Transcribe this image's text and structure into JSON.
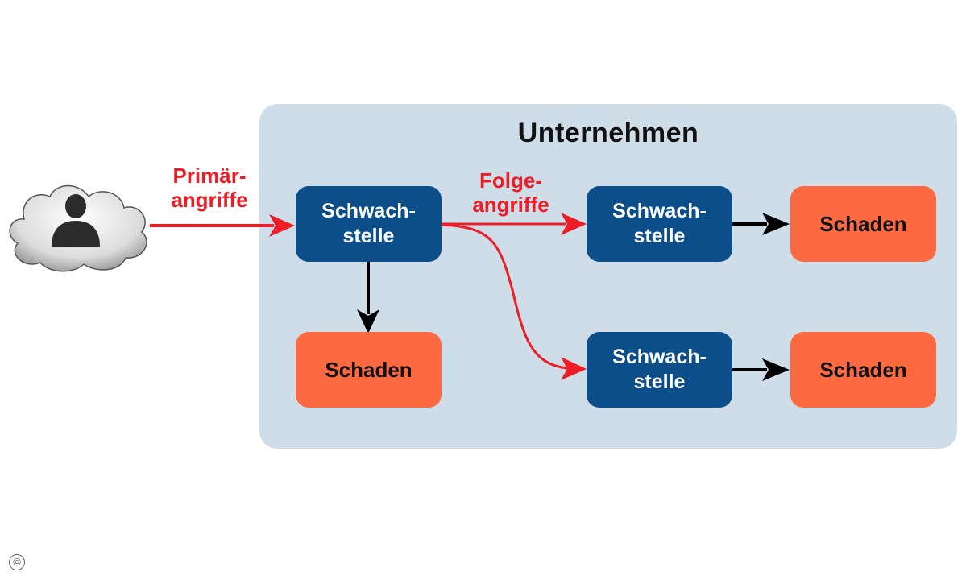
{
  "container": {
    "title": "Unternehmen"
  },
  "labels": {
    "primary_line1": "Primär-",
    "primary_line2": "angriffe",
    "follow_line1": "Folge-",
    "follow_line2": "angriffe"
  },
  "nodes": {
    "vuln_main": {
      "line1": "Schwach-",
      "line2": "stelle"
    },
    "vuln_top": {
      "line1": "Schwach-",
      "line2": "stelle"
    },
    "vuln_bottom": {
      "line1": "Schwach-",
      "line2": "stelle"
    },
    "damage_left": "Schaden",
    "damage_top_right": "Schaden",
    "damage_bottom_right": "Schaden"
  },
  "footer": {
    "copyright": "©"
  },
  "icons": {
    "attacker": "hacker-in-cloud-icon"
  },
  "colors": {
    "attack_arrow": "#ee1c25",
    "dependency_arrow": "#000000",
    "vulnerability": "#0b4e8a",
    "damage": "#fd6940",
    "company_background": "#cfdde9"
  }
}
